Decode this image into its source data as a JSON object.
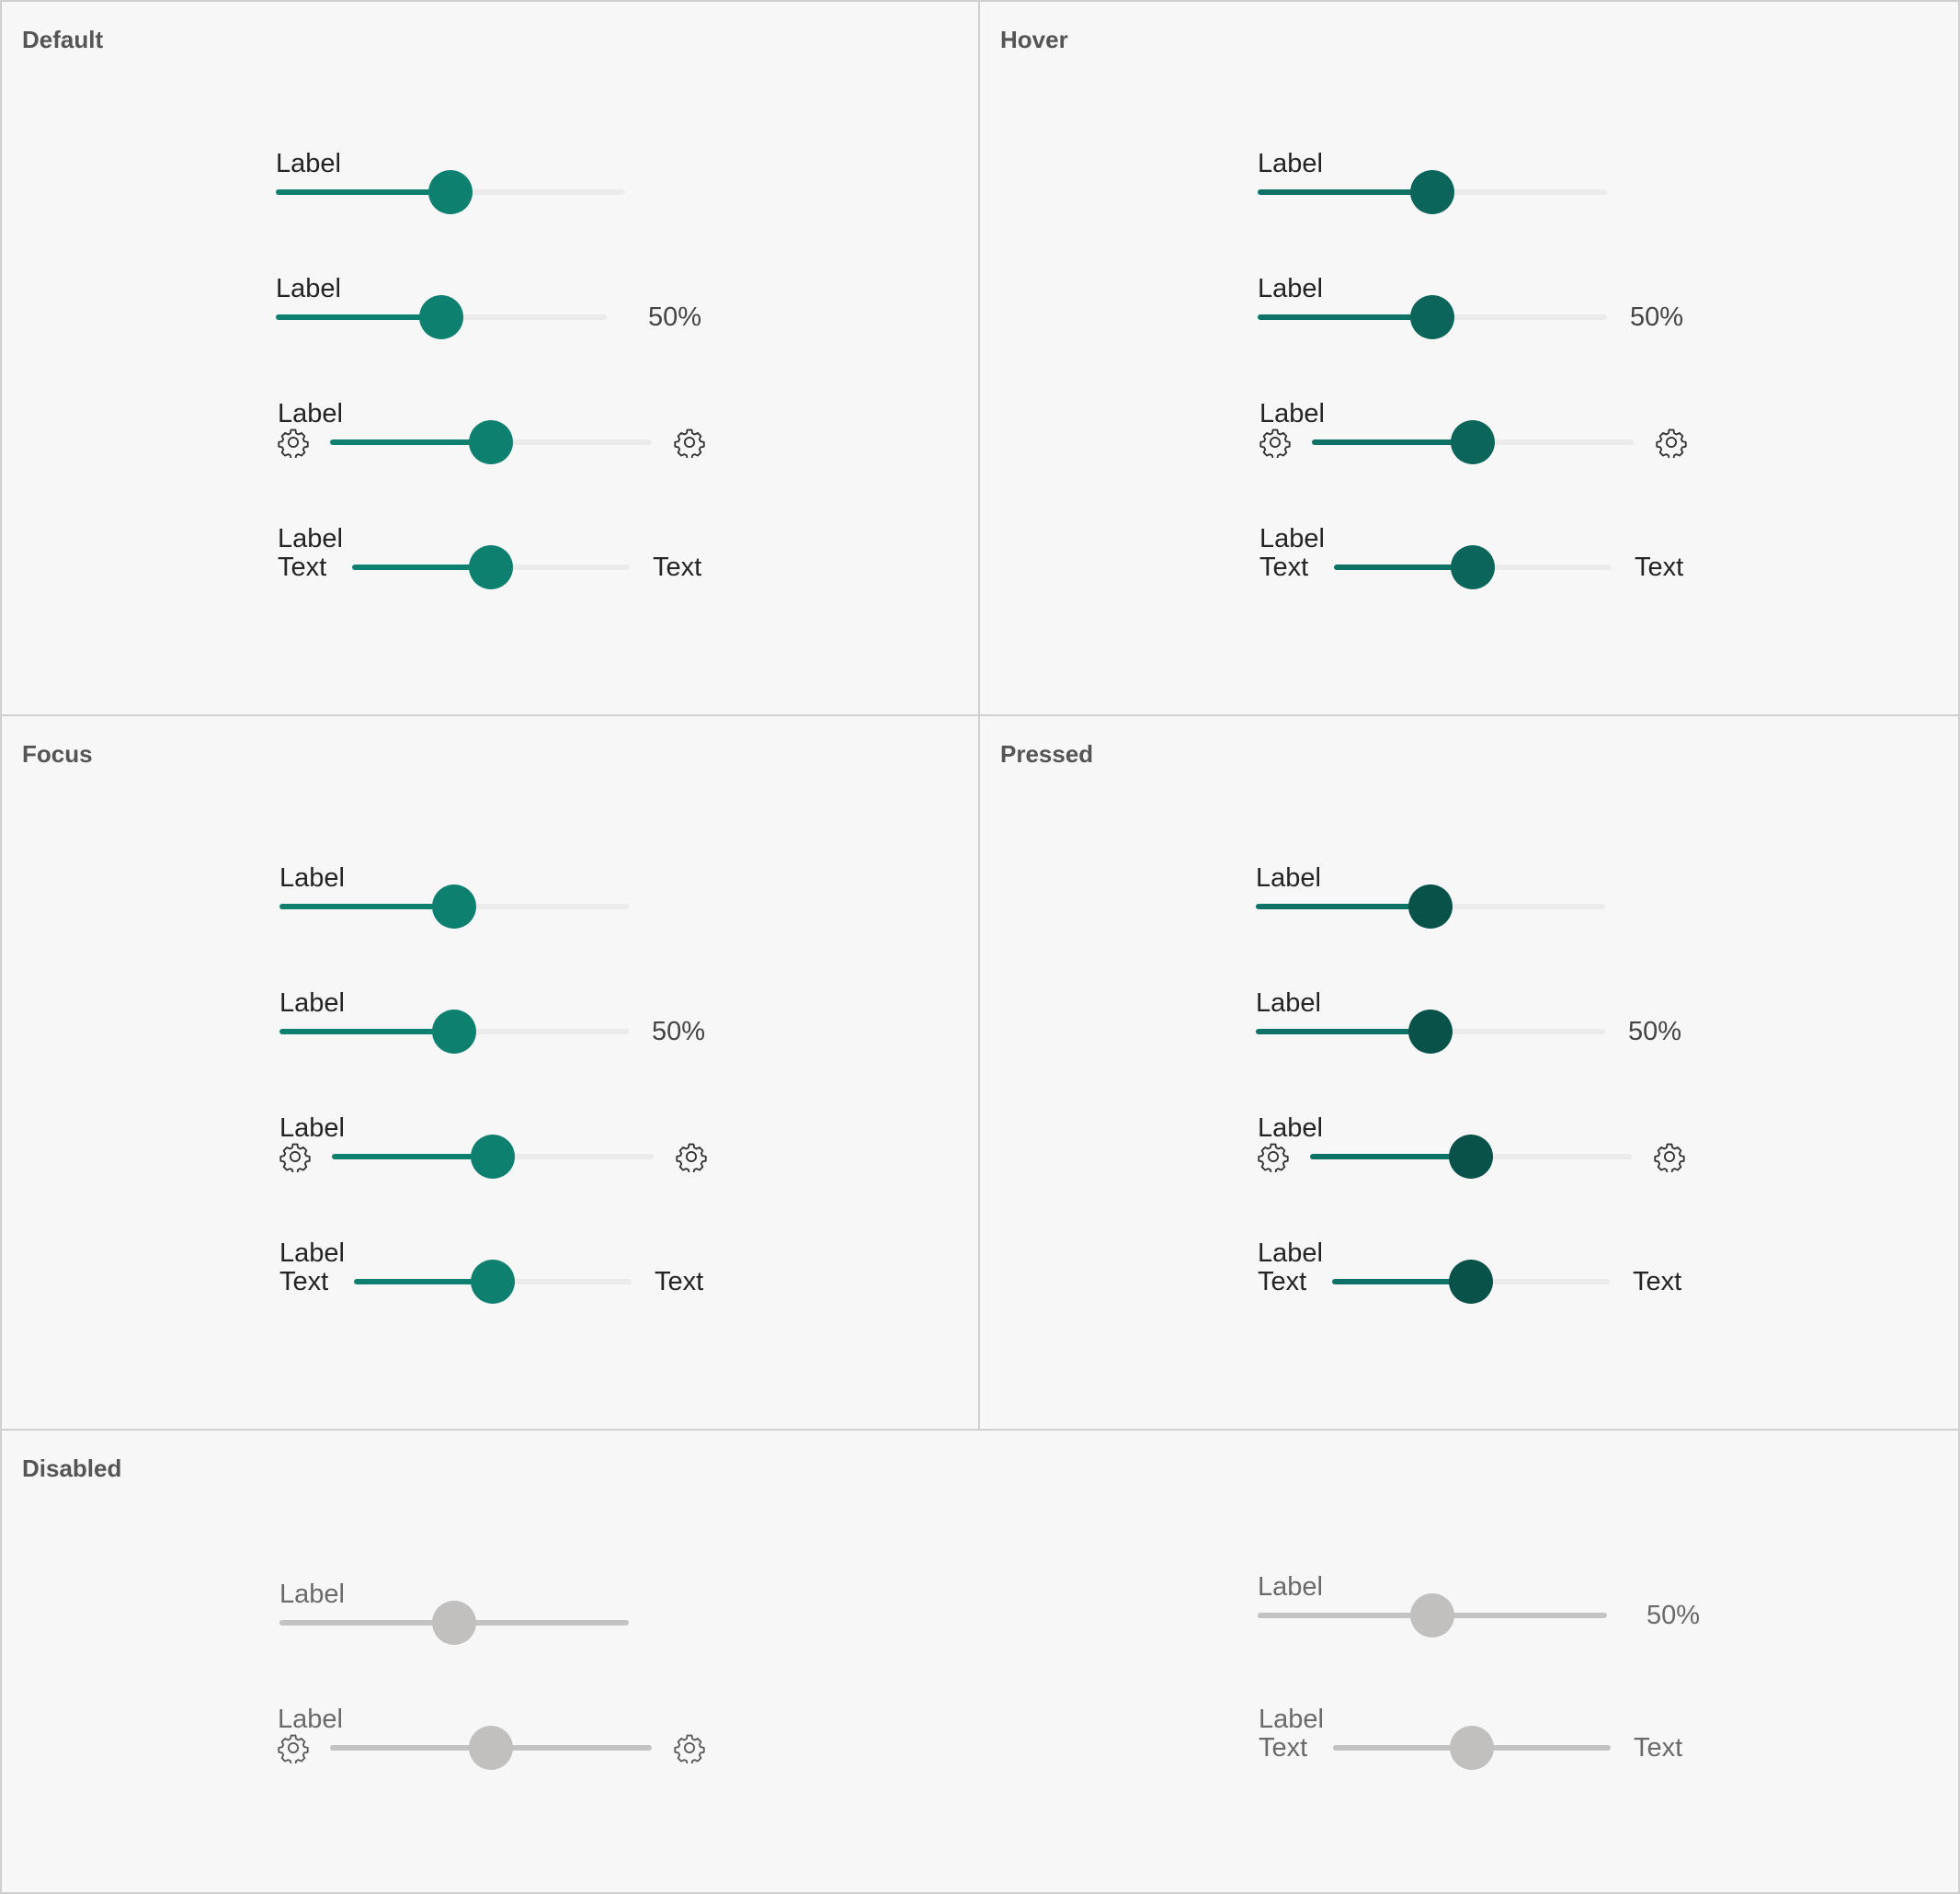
{
  "colors": {
    "default_fill": "#0e8070",
    "hover_fill": "#0e7366",
    "hover_thumb": "#0b655a",
    "pressed_fill": "#0e7366",
    "pressed_thumb": "#08524a",
    "rail": "#ebebeb",
    "disabled": "#c3c3c3",
    "disabled_thumb": "#c2bfbf"
  },
  "panels": {
    "default": {
      "title": "Default",
      "s1": {
        "label": "Label",
        "level": 0.5
      },
      "s2": {
        "label": "Label",
        "value": "50%",
        "level": 0.5
      },
      "s3": {
        "label": "Label",
        "level": 0.5,
        "start_icon": "gear-icon",
        "end_icon": "gear-icon"
      },
      "s4": {
        "label": "Label",
        "start_text": "Text",
        "end_text": "Text",
        "level": 0.5
      }
    },
    "hover": {
      "title": "Hover",
      "s1": {
        "label": "Label",
        "level": 0.5
      },
      "s2": {
        "label": "Label",
        "value": "50%",
        "level": 0.5
      },
      "s3": {
        "label": "Label",
        "level": 0.5,
        "start_icon": "gear-icon",
        "end_icon": "gear-icon"
      },
      "s4": {
        "label": "Label",
        "start_text": "Text",
        "end_text": "Text",
        "level": 0.5
      }
    },
    "focus": {
      "title": "Focus",
      "s1": {
        "label": "Label",
        "level": 0.5
      },
      "s2": {
        "label": "Label",
        "value": "50%",
        "level": 0.5
      },
      "s3": {
        "label": "Label",
        "level": 0.5,
        "start_icon": "gear-icon",
        "end_icon": "gear-icon"
      },
      "s4": {
        "label": "Label",
        "start_text": "Text",
        "end_text": "Text",
        "level": 0.5
      }
    },
    "pressed": {
      "title": "Pressed",
      "s1": {
        "label": "Label",
        "level": 0.5
      },
      "s2": {
        "label": "Label",
        "value": "50%",
        "level": 0.5
      },
      "s3": {
        "label": "Label",
        "level": 0.5,
        "start_icon": "gear-icon",
        "end_icon": "gear-icon"
      },
      "s4": {
        "label": "Label",
        "start_text": "Text",
        "end_text": "Text",
        "level": 0.5
      }
    },
    "disabled": {
      "title": "Disabled",
      "s1": {
        "label": "Label",
        "level": 0.5
      },
      "s2": {
        "label": "Label",
        "value": "50%",
        "level": 0.5
      },
      "s3": {
        "label": "Label",
        "level": 0.5,
        "start_icon": "gear-icon",
        "end_icon": "gear-icon"
      },
      "s4": {
        "label": "Label",
        "start_text": "Text",
        "end_text": "Text",
        "level": 0.5
      }
    }
  }
}
